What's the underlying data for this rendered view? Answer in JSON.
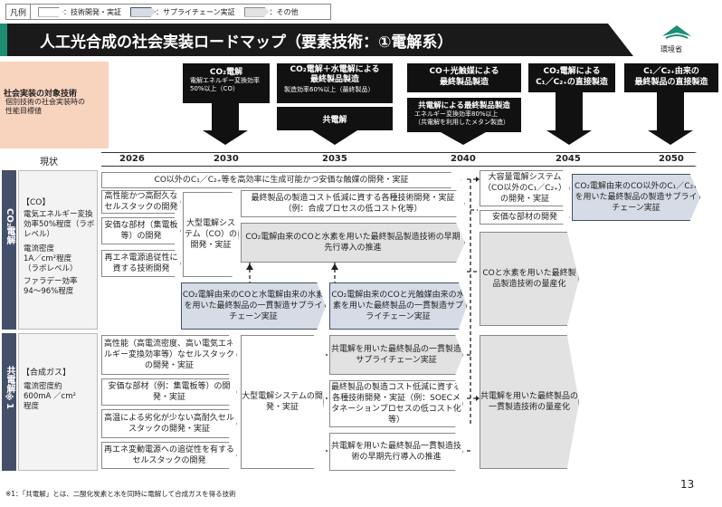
{
  "legend": {
    "title": "凡例",
    "items": [
      {
        "label": "：技術開発・実証"
      },
      {
        "label": "：サプライチェーン実証"
      },
      {
        "label": "：その他"
      }
    ]
  },
  "header": {
    "title": "人工光合成の社会実装ロードマップ（要素技術：①電解系）",
    "logo_text": "環境省",
    "accent": "#1e8d74",
    "banner_bg": "#1a1a1a"
  },
  "target": {
    "title": "社会実装の対象技術",
    "subtitle": "個別技術の社会実装時の\n性能目標値",
    "bg": "#f8d4bf"
  },
  "milestones": [
    {
      "title": "CO₂電解",
      "body": "電解エネルギー変換効率50%以上（CO）"
    },
    {
      "title": "CO₂電解＋水電解による\n最終製品製造",
      "body": "製造効率60%以上（最終製品）"
    },
    {
      "title": "共電解"
    },
    {
      "title": "CO＋光触媒による\n最終製品製造"
    },
    {
      "title": "共電解による最終製品製造",
      "body": "エネルギー変換効率80%以上\n（共電解を利用したメタン製造）"
    },
    {
      "title": "CO₂電解による\nC₁／C₂₊の直接製造"
    },
    {
      "title": "C₁／C₂₊由来の\n最終製品の直接製造"
    }
  ],
  "timeline": {
    "current_label": "現状",
    "years": [
      "2026",
      "2030",
      "2035",
      "2040",
      "2045",
      "2050"
    ]
  },
  "rows": [
    {
      "label": "CO₂電解",
      "status_title": "【CO】",
      "status_items": [
        "電気エネルギー変換効率50%程度（ラボレベル）",
        "電流密度\n1A／cm²程度\n（ラボレベル）",
        "ファラデー効率\n94〜96%程度"
      ]
    },
    {
      "label": "共電解※1",
      "status_title": "【合成ガス】",
      "status_items": [
        "電流密度約\n600mA ／cm²\n程度"
      ]
    }
  ],
  "boxes": {
    "co2_top": "CO以外のC₁／C₂₊等を高効率に生成可能かつ安価な触媒の開発・実証",
    "co2_stack": "高性能かつ高耐久なセルスタックの開発",
    "co2_member": "安価な部材（集電板等）の開発",
    "co2_reene": "再エネ電源追従性に資する技術開発",
    "co2_large": "大型電解システム（CO）の開発・実証",
    "co2_cost": "最終製品の製造コスト低減に資する各種技術開発・実証（例：合成プロセスの低コスト化等）",
    "co2_early": "CO₂電解由来のCOと水素を用いた最終製品製造技術の早期先行導入の推進",
    "co2_sc1": "CO₂電解由来のCOと水電解由来の水素を用いた最終製品の一貫製造サプライチェーン実証",
    "co2_sc2": "CO₂電解由来のCOと光触媒由来の水素を用いた最終製品の一貫製造サプライチェーン実証",
    "co2_largecap": "大容量電解システム（CO以外のC₁／C₂₊）の開発・実証",
    "co2_member2": "安価な部材の開発",
    "co2_sc3": "CO₂電解由来のCO以外のC₁／C₂₊を用いた最終製品の製造サプライチェーン実証",
    "co2_mass": "COと水素を用いた最終製品製造技術の量産化",
    "co_stack": "高性能（高電流密度、高い電気エネルギー変換効率等）なセルスタックの開発・実証",
    "co_member": "安価な部材（例：集電板等）の開発・実証",
    "co_temp": "高温による劣化が少ない高耐久セルスタックの開発・実証",
    "co_reene": "再エネ変動電源への追従性を有するセルスタックの開発",
    "co_large": "大型電解システムの開発・実証",
    "co_sc": "共電解を用いた最終製品の一貫製造サプライチェーン実証",
    "co_cost": "最終製品の製造コスト低減に資する各種技術開発・実証（例：SOECメタネーションプロセスの低コスト化等）",
    "co_early": "共電解を用いた最終製品一貫製造技術の早期先行導入の推進",
    "co_mass": "共電解を用いた最終製品の一貫製造技術の量産化"
  },
  "footnote": "※1：「共電解」とは、二酸化炭素と水を同時に電解して合成ガスを得る技術",
  "page_number": "13"
}
